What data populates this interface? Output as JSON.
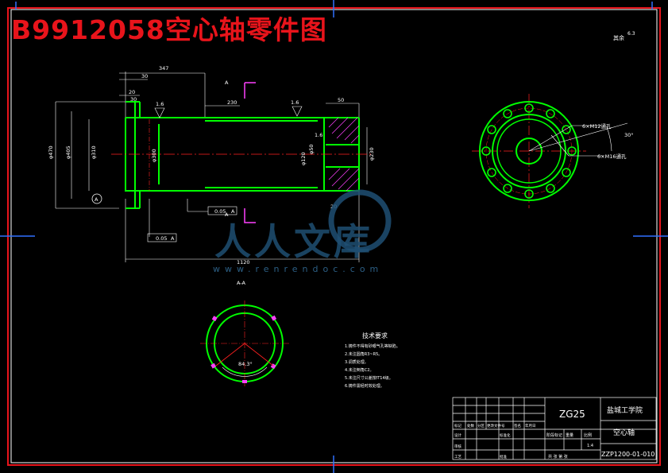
{
  "banner": {
    "title": "B9912058空心轴零件图"
  },
  "watermark": {
    "text": "人人文库",
    "url": "www.renrendoc.com"
  },
  "surface_note": {
    "label": "其余",
    "value": "6.3"
  },
  "dimensions": {
    "d347": "347",
    "d30a": "30",
    "d20": "20",
    "d30b": "30",
    "d230": "230",
    "d50": "50",
    "d16a": "1.6",
    "d16b": "1.6",
    "d16c": "1.6",
    "d_sec_a": "A",
    "d_sec_a2": "A",
    "d470": "φ470",
    "d405": "φ405",
    "d310": "φ310",
    "d300": "φ300",
    "d120": "φ120",
    "d50b": "φ50",
    "d230b": "φ230",
    "d1120": "1120",
    "d20b": "20",
    "tol1": "0.05",
    "tol1_ref": "A",
    "tol2": "0.05",
    "tol2_ref": "A",
    "datum": "A",
    "flange_note1": "6×M12通孔",
    "flange_note2": "6×M16通孔",
    "angle": "30°",
    "section_label": "A-A",
    "section_angle": "84.3°"
  },
  "tech_req": {
    "title": "技术要求",
    "items": [
      "1.铸件不得有砂眼气孔等缺陷。",
      "2.未注圆角R3~R5。",
      "3.调质处理。",
      "4.未注倒角C2。",
      "5.未注尺寸公差按IT14级。",
      "6.铸件需经时效处理。"
    ]
  },
  "title_block": {
    "material": "ZG25",
    "school": "盐城工学院",
    "part_name": "空心轴",
    "drawing_no": "ZZP1200-01-010",
    "scale_label": "比例",
    "weight_label": "重量",
    "scale_value": "1:4",
    "stage_label": "阶段标记",
    "sheet": "共 张 第 张",
    "row_labels": [
      "标记",
      "处数",
      "分区",
      "更改文件号",
      "签名",
      "年月日"
    ],
    "designer": "设计",
    "checker": "审核",
    "process": "工艺",
    "standard": "标准化",
    "approve": "批准"
  },
  "colors": {
    "green": "#00ff00",
    "red": "#ff2020",
    "yellow": "#ffff00",
    "white": "#ffffff",
    "magenta": "#ff40ff",
    "blue": "#2060ff",
    "cyan": "#00ffff"
  }
}
